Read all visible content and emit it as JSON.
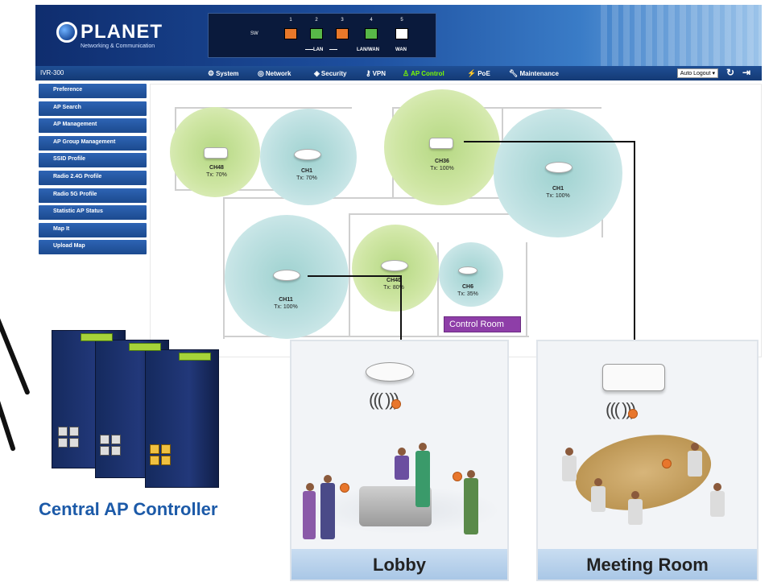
{
  "header": {
    "brand": "PLANET",
    "brand_sub": "Networking & Communication",
    "sw_label": "SW",
    "ports": [
      {
        "num": "1",
        "color": "#e8782a"
      },
      {
        "num": "2",
        "color": "#58b848"
      },
      {
        "num": "3",
        "color": "#e8782a"
      },
      {
        "num": "4",
        "color": "#58b848"
      },
      {
        "num": "5",
        "color": "#ffffff"
      }
    ],
    "port_groups": [
      "LAN",
      "LAN/WAN",
      "WAN"
    ]
  },
  "menubar": {
    "model": "IVR-300",
    "items": [
      {
        "label": "System",
        "icon": "gear-icon"
      },
      {
        "label": "Network",
        "icon": "globe-icon"
      },
      {
        "label": "Security",
        "icon": "shield-icon"
      },
      {
        "label": "VPN",
        "icon": "key-icon"
      },
      {
        "label": "AP Control",
        "icon": "ap-icon"
      },
      {
        "label": "PoE",
        "icon": "poe-icon"
      },
      {
        "label": "Maintenance",
        "icon": "wrench-icon"
      }
    ],
    "active": "AP Control",
    "auto_logout": "Auto Logout"
  },
  "sidebar": {
    "items": [
      {
        "label": "Preference"
      },
      {
        "label": "AP Search"
      },
      {
        "label": "AP Management"
      },
      {
        "label": "AP Group Management"
      },
      {
        "label": "SSID Profile"
      },
      {
        "label": "Radio 2.4G Profile"
      },
      {
        "label": "Radio 5G Profile"
      },
      {
        "label": "Statistic AP Status"
      },
      {
        "label": "Map It"
      },
      {
        "label": "Upload Map"
      }
    ]
  },
  "map": {
    "aps": [
      {
        "ch": "CH48",
        "tx": "Tx: 70%"
      },
      {
        "ch": "CH1",
        "tx": "Tx: 70%"
      },
      {
        "ch": "CH36",
        "tx": "Tx: 100%"
      },
      {
        "ch": "CH1",
        "tx": "Tx: 100%"
      },
      {
        "ch": "CH11",
        "tx": "Tx: 100%"
      },
      {
        "ch": "CH40",
        "tx": "Tx: 80%"
      },
      {
        "ch": "CH6",
        "tx": "Tx: 35%"
      }
    ],
    "control_room": "Control Room"
  },
  "panels": {
    "lobby": "Lobby",
    "meeting": "Meeting Room"
  },
  "product": {
    "label": "Central AP Controller"
  }
}
